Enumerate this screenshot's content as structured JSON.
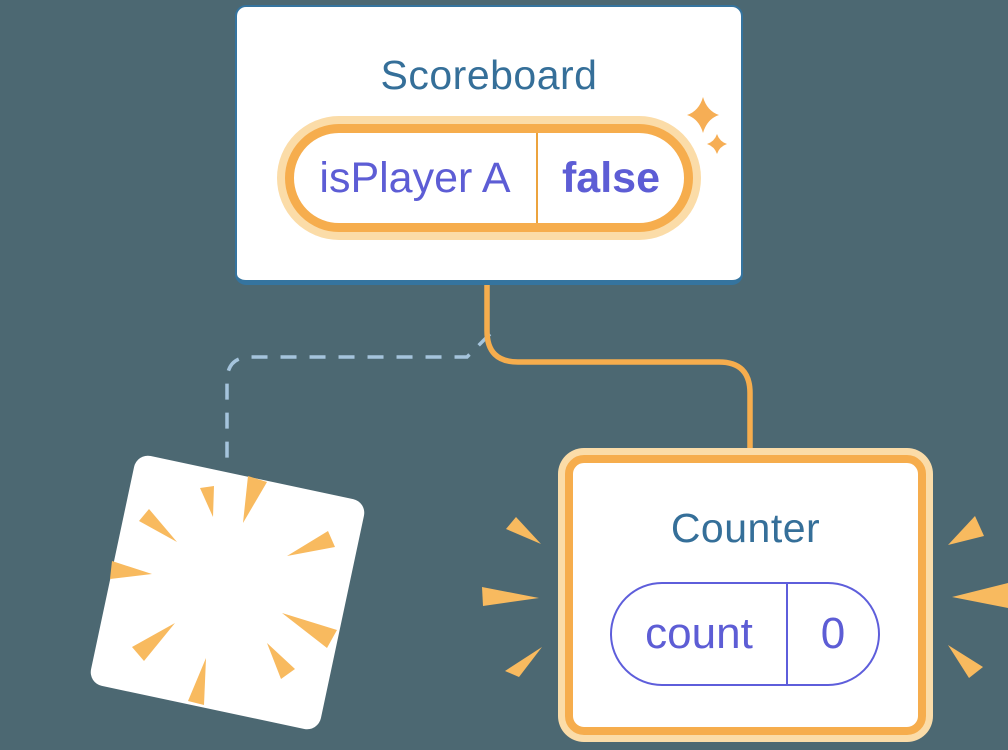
{
  "palette": {
    "background": "#4C6872",
    "card_border_blue": "#35749F",
    "title_text_blue": "#356F99",
    "orange": "#F6AD4D",
    "orange_glow": "#FBDCA8",
    "orange_divider": "#ECA33D",
    "purple": "#5D5DD5",
    "dash_blue": "#A5C4DC",
    "burst_orange": "#F8BA5F"
  },
  "scoreboard": {
    "title": "Scoreboard",
    "state": {
      "label": "isPlayer A",
      "value": "false"
    }
  },
  "counter": {
    "title": "Counter",
    "state": {
      "label": "count",
      "value": "0"
    }
  }
}
